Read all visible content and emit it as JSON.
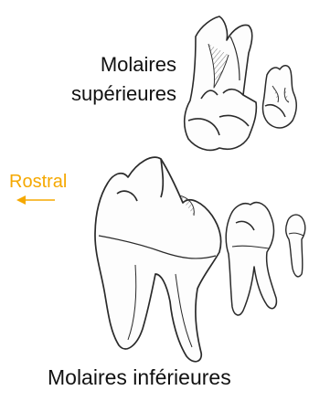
{
  "labels": {
    "upper_line1": "Molaires",
    "upper_line2": "supérieures",
    "lower": "Molaires inférieures",
    "rostral": "Rostral"
  },
  "colors": {
    "rostral": "#f5a800",
    "ink": "#2a2a2a",
    "text": "#111111"
  }
}
